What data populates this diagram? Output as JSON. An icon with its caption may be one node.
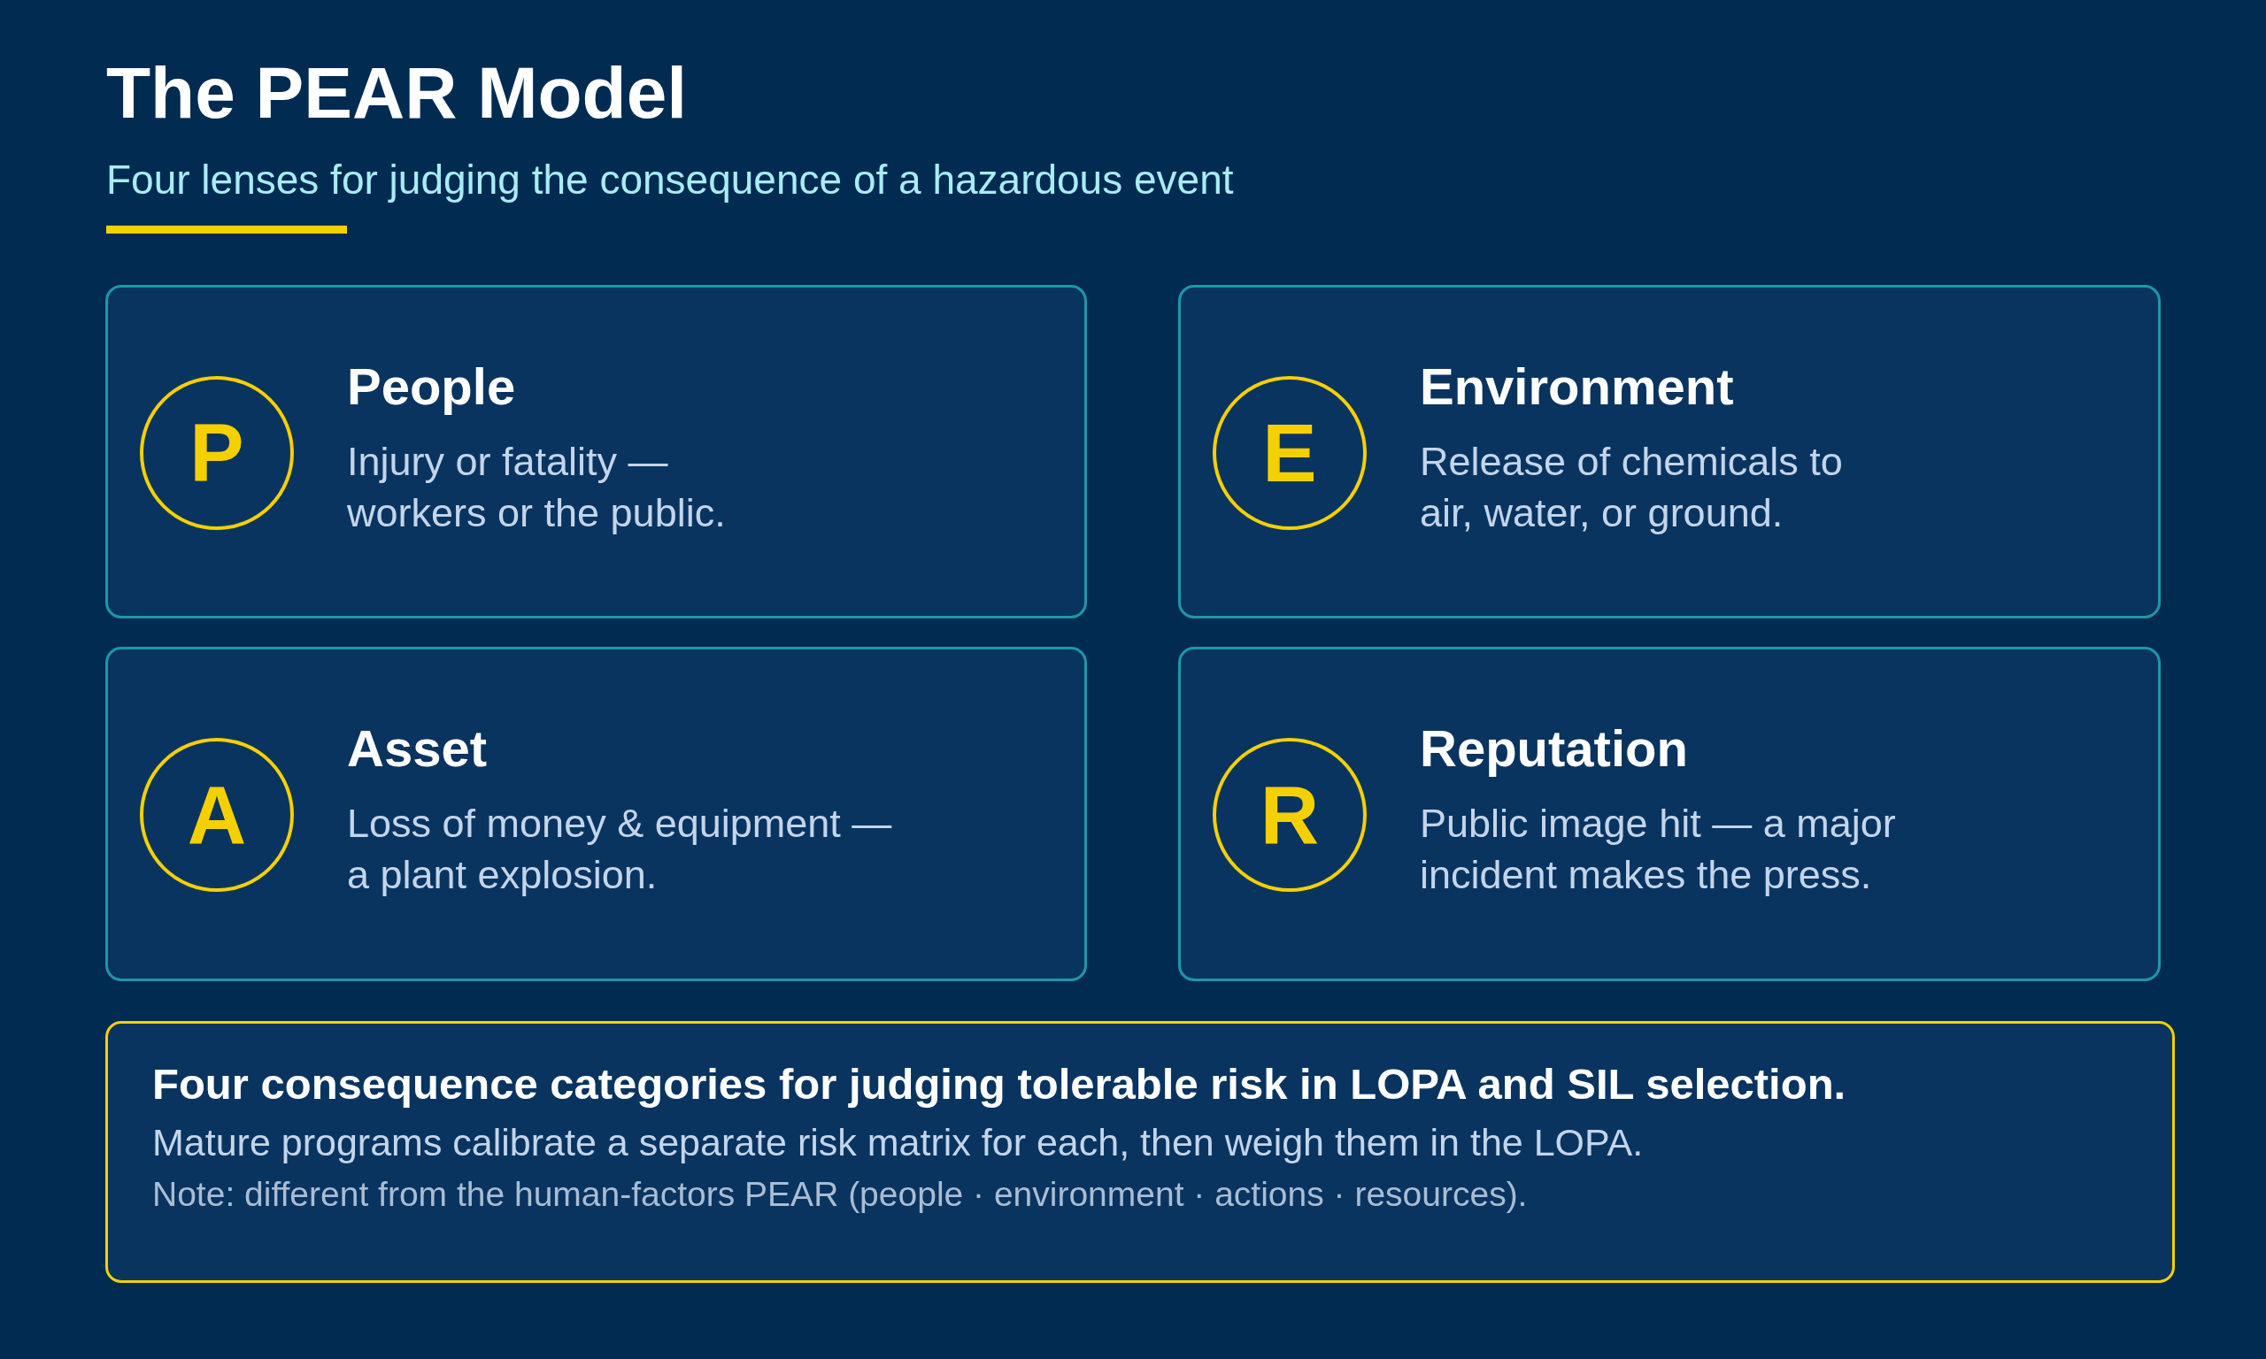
{
  "diagram": {
    "title": "The PEAR Model",
    "nodes": [
      {
        "text": [
          "People",
          "Injury or fatality — workers or the public."
        ]
      },
      {
        "text": [
          "P"
        ],
        "in": 0
      },
      {
        "text": [
          "Environment",
          "Release of chemicals to air, water, or ground."
        ]
      },
      {
        "text": [
          "E"
        ],
        "in": 2
      },
      {
        "text": [
          "Asset",
          "Loss of money & equipment — a plant explosion."
        ]
      },
      {
        "text": [
          "A"
        ],
        "in": 4
      },
      {
        "text": [
          "Reputation",
          "Public image hit — a major incident makes the press."
        ]
      },
      {
        "text": [
          "R"
        ],
        "in": 6
      },
      {
        "text": [
          "Four consequence categories for judging tolerable risk in LOPA and SIL selection.",
          "Mature programs calibrate a separate risk matrix for each, then weigh them in the LOPA.",
          "Note: different from the human-factors PEAR (people · environment · actions · resources)."
        ]
      }
    ],
    "edges": [],
    "labels": [
      "Four lenses for judging the consequence of a hazardous event"
    ]
  }
}
